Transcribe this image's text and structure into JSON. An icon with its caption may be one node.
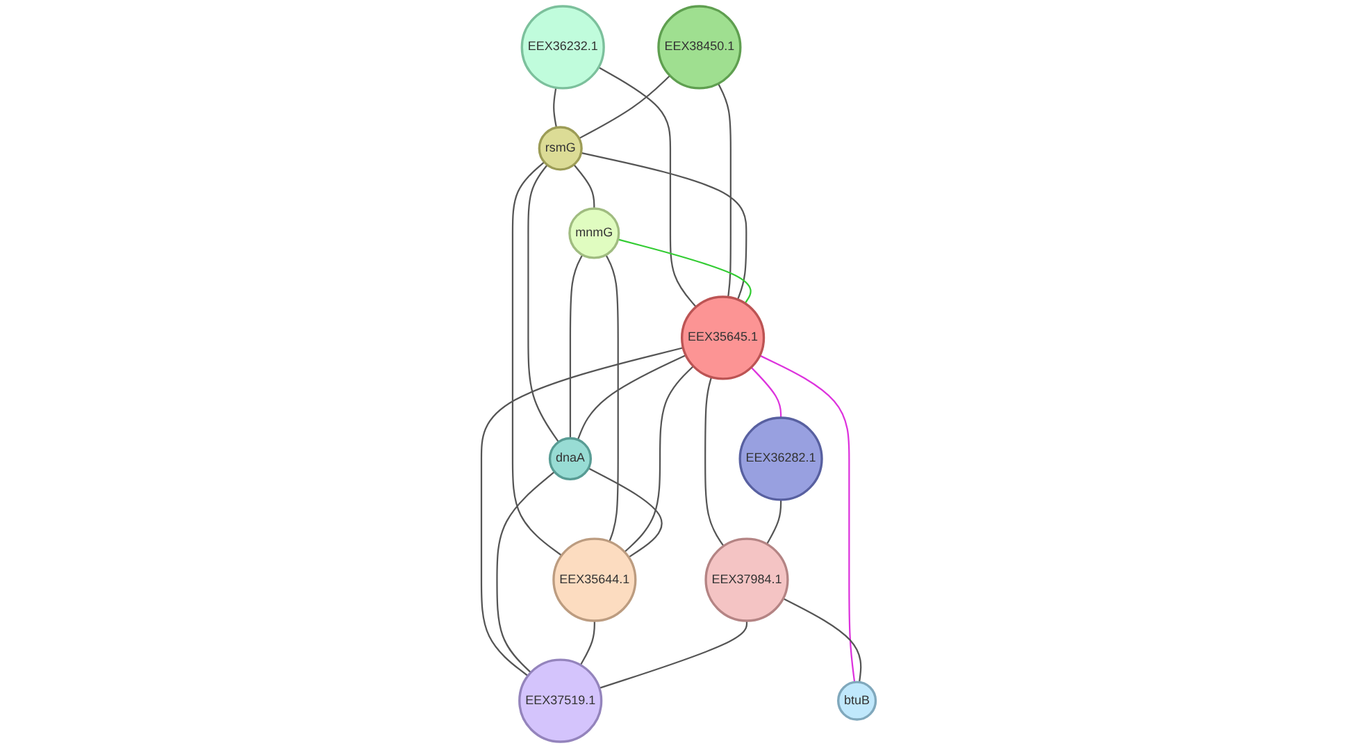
{
  "diagram": {
    "nodes": [
      {
        "text": [
          "EEX36232.1"
        ]
      },
      {
        "text": [
          "EEX38450.1"
        ]
      },
      {
        "text": [
          "rsmG"
        ]
      },
      {
        "text": [
          "mnmG"
        ]
      },
      {
        "text": [
          "EEX35645.1"
        ]
      },
      {
        "text": [
          "dnaA"
        ]
      },
      {
        "text": [
          "EEX35644.1"
        ]
      },
      {
        "text": [
          "EEX36282.1"
        ]
      },
      {
        "text": [
          "EEX37984.1"
        ]
      },
      {
        "text": [
          "EEX37519.1"
        ]
      },
      {
        "text": [
          "btuB"
        ]
      }
    ],
    "edges": [
      {
        "from": 0,
        "to": 2,
        "arrow": "none"
      },
      {
        "from": 0,
        "to": 4,
        "arrow": "none"
      },
      {
        "from": 1,
        "to": 2,
        "arrow": "none"
      },
      {
        "from": 1,
        "to": 4,
        "arrow": "none"
      },
      {
        "from": 2,
        "to": 4,
        "arrow": "none"
      },
      {
        "from": 2,
        "to": 3,
        "arrow": "none"
      },
      {
        "from": 2,
        "to": 5,
        "arrow": "none"
      },
      {
        "from": 2,
        "to": 6,
        "arrow": "none"
      },
      {
        "from": 3,
        "to": 4,
        "arrow": "none",
        "color": "#33cc33"
      },
      {
        "from": 3,
        "to": 5,
        "arrow": "none"
      },
      {
        "from": 3,
        "to": 6,
        "arrow": "none"
      },
      {
        "from": 4,
        "to": 5,
        "arrow": "none"
      },
      {
        "from": 4,
        "to": 6,
        "arrow": "none"
      },
      {
        "from": 4,
        "to": 7,
        "arrow": "none",
        "color": "#dd33dd"
      },
      {
        "from": 4,
        "to": 8,
        "arrow": "none"
      },
      {
        "from": 4,
        "to": 9,
        "arrow": "none"
      },
      {
        "from": 4,
        "to": 10,
        "arrow": "none",
        "color": "#dd33dd"
      },
      {
        "from": 5,
        "to": 6,
        "arrow": "none"
      },
      {
        "from": 5,
        "to": 9,
        "arrow": "none"
      },
      {
        "from": 6,
        "to": 9,
        "arrow": "none"
      },
      {
        "from": 7,
        "to": 8,
        "arrow": "none"
      },
      {
        "from": 8,
        "to": 9,
        "arrow": "none"
      },
      {
        "from": 8,
        "to": 10,
        "arrow": "none"
      }
    ]
  }
}
